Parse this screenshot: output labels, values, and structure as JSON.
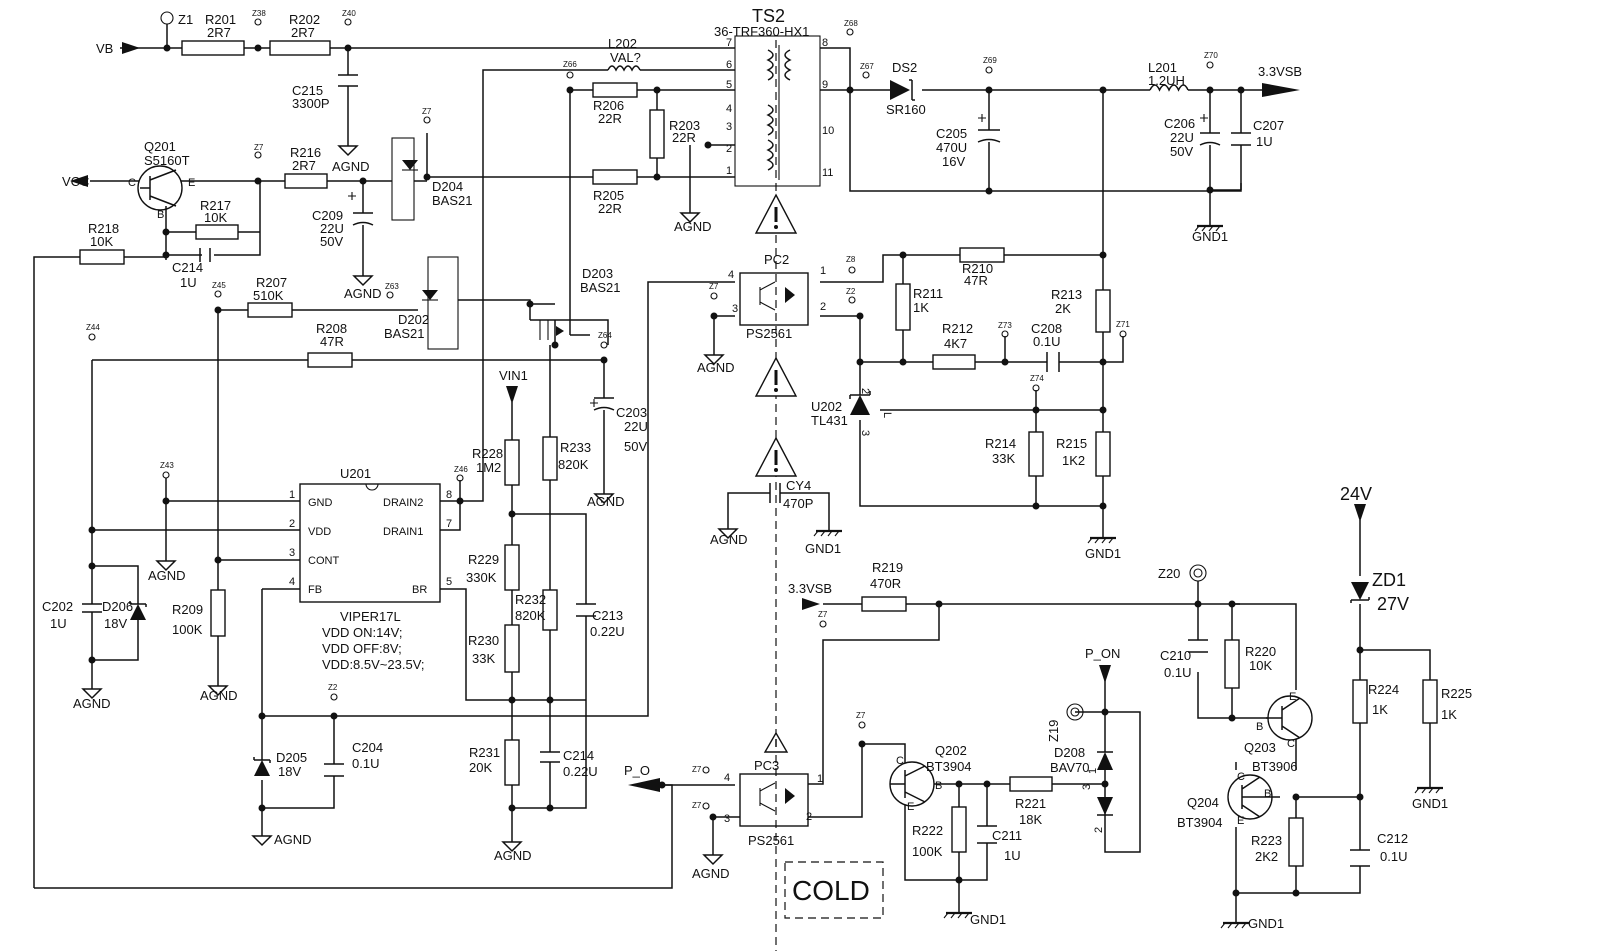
{
  "components": {
    "Z1": "Z1",
    "Z20": "Z20",
    "Z19": "Z19",
    "R201": {
      "ref": "R201",
      "val": "2R7"
    },
    "R202": {
      "ref": "R202",
      "val": "2R7"
    },
    "C215": {
      "ref": "C215",
      "val": "3300P"
    },
    "Q201": {
      "ref": "Q201",
      "val": "S5160T"
    },
    "R216": {
      "ref": "R216",
      "val": "2R7"
    },
    "R217": {
      "ref": "R217",
      "val": "10K"
    },
    "R218": {
      "ref": "R218",
      "val": "10K"
    },
    "C214a": {
      "ref": "C214",
      "val": "1U"
    },
    "C209": {
      "ref": "C209",
      "val1": "22U",
      "val2": "50V"
    },
    "D204": {
      "ref": "D204",
      "val": "BAS21"
    },
    "R207": {
      "ref": "R207",
      "val": "510K"
    },
    "D202": {
      "ref": "D202",
      "val": "BAS21"
    },
    "D203": {
      "ref": "D203",
      "val": "BAS21"
    },
    "R208": {
      "ref": "R208",
      "val": "47R"
    },
    "L202": {
      "ref": "L202",
      "val": "VAL?"
    },
    "R206": {
      "ref": "R206",
      "val": "22R"
    },
    "R203": {
      "ref": "R203",
      "val": "22R"
    },
    "R205": {
      "ref": "R205",
      "val": "22R"
    },
    "TS2": {
      "ref": "TS2",
      "val": "36-TRF360-HX1"
    },
    "DS2": {
      "ref": "DS2",
      "val": "SR160"
    },
    "C205": {
      "ref": "C205",
      "val1": "470U",
      "val2": "16V"
    },
    "L201": {
      "ref": "L201",
      "val": "1.2UH"
    },
    "C206": {
      "ref": "C206",
      "val1": "22U",
      "val2": "50V"
    },
    "C207": {
      "ref": "C207",
      "val": "1U"
    },
    "PC2": {
      "ref": "PC2",
      "val": "PS2561"
    },
    "PC3": {
      "ref": "PC3",
      "val": "PS2561"
    },
    "R210": {
      "ref": "R210",
      "val": "47R"
    },
    "R211": {
      "ref": "R211",
      "val": "1K"
    },
    "R212": {
      "ref": "R212",
      "val": "4K7"
    },
    "R213": {
      "ref": "R213",
      "val": "2K"
    },
    "C208": {
      "ref": "C208",
      "val": "0.1U"
    },
    "U202": {
      "ref": "U202",
      "val": "TL431"
    },
    "R214": {
      "ref": "R214",
      "val": "33K"
    },
    "R215": {
      "ref": "R215",
      "val": "1K2"
    },
    "CY4": {
      "ref": "CY4",
      "val": "470P"
    },
    "C203": {
      "ref": "C203",
      "val1": "22U",
      "val2": "50V"
    },
    "R228": {
      "ref": "R228",
      "val": "1M2"
    },
    "R233": {
      "ref": "R233",
      "val": "820K"
    },
    "R229": {
      "ref": "R229",
      "val": "330K"
    },
    "R232": {
      "ref": "R232",
      "val": "820K"
    },
    "C213": {
      "ref": "C213",
      "val": "0.22U"
    },
    "R230": {
      "ref": "R230",
      "val": "33K"
    },
    "R231": {
      "ref": "R231",
      "val": "20K"
    },
    "C214b": {
      "ref": "C214",
      "val": "0.22U"
    },
    "C202": {
      "ref": "C202",
      "val": "1U"
    },
    "D206": {
      "ref": "D206",
      "val": "18V"
    },
    "R209": {
      "ref": "R209",
      "val": "100K"
    },
    "D205": {
      "ref": "D205",
      "val": "18V"
    },
    "C204": {
      "ref": "C204",
      "val": "0.1U"
    },
    "R219": {
      "ref": "R219",
      "val": "470R"
    },
    "Q202": {
      "ref": "Q202",
      "val": "BT3904"
    },
    "R222": {
      "ref": "R222",
      "val": "100K"
    },
    "C211": {
      "ref": "C211",
      "val": "1U"
    },
    "R221": {
      "ref": "R221",
      "val": "18K"
    },
    "D208": {
      "ref": "D208",
      "val": "BAV70"
    },
    "C210": {
      "ref": "C210",
      "val": "0.1U"
    },
    "R220": {
      "ref": "R220",
      "val": "10K"
    },
    "Q203": {
      "ref": "Q203",
      "val": "BT3906"
    },
    "Q204": {
      "ref": "Q204",
      "val": "BT3904"
    },
    "R223": {
      "ref": "R223",
      "val": "2K2"
    },
    "ZD1": {
      "ref": "ZD1",
      "val": "27V"
    },
    "R224": {
      "ref": "R224",
      "val": "1K"
    },
    "R225": {
      "ref": "R225",
      "val": "1K"
    },
    "C212": {
      "ref": "C212",
      "val": "0.1U"
    }
  },
  "u201": {
    "ref": "U201",
    "part": "VIPER17L",
    "notes": [
      "VDD ON:14V;",
      "VDD OFF:8V;",
      "VDD:8.5V~23.5V;"
    ],
    "pins": [
      {
        "num": "1",
        "name": "GND"
      },
      {
        "num": "2",
        "name": "VDD"
      },
      {
        "num": "3",
        "name": "CONT"
      },
      {
        "num": "4",
        "name": "FB"
      },
      {
        "num": "8",
        "name": "DRAIN2"
      },
      {
        "num": "7",
        "name": "DRAIN1"
      },
      {
        "num": "5",
        "name": "BR"
      }
    ]
  },
  "nets": {
    "vb": "VB",
    "vcc": "VCC",
    "v33": "3.3VSB",
    "v33_in": "3.3VSB",
    "vin1": "VIN1",
    "p_on": "P_ON",
    "p_o": "P_O",
    "v24": "24V"
  },
  "grounds": {
    "agnd": "AGND",
    "gnd1": "GND1"
  },
  "cold": "COLD",
  "pins": {
    "c": "C",
    "b": "B",
    "e": "E",
    "n1": "1",
    "n2": "2",
    "n3": "3",
    "n4": "4",
    "n5": "5",
    "n6": "6",
    "n7": "7",
    "n8": "8",
    "n9": "9",
    "n10": "10",
    "n11": "11",
    "l": "L"
  },
  "testpoints": {
    "z38": "Z38",
    "z40": "Z40",
    "z7": "Z7",
    "z45": "Z45",
    "z63": "Z63",
    "z66": "Z66",
    "z68": "Z68",
    "z67": "Z67",
    "z69": "Z69",
    "z70": "Z70",
    "z64": "Z64",
    "z44": "Z44",
    "z43": "Z43",
    "z46": "Z46",
    "z2": "Z2",
    "z73": "Z73",
    "z71": "Z71",
    "z74": "Z74",
    "z8": "Z8"
  }
}
